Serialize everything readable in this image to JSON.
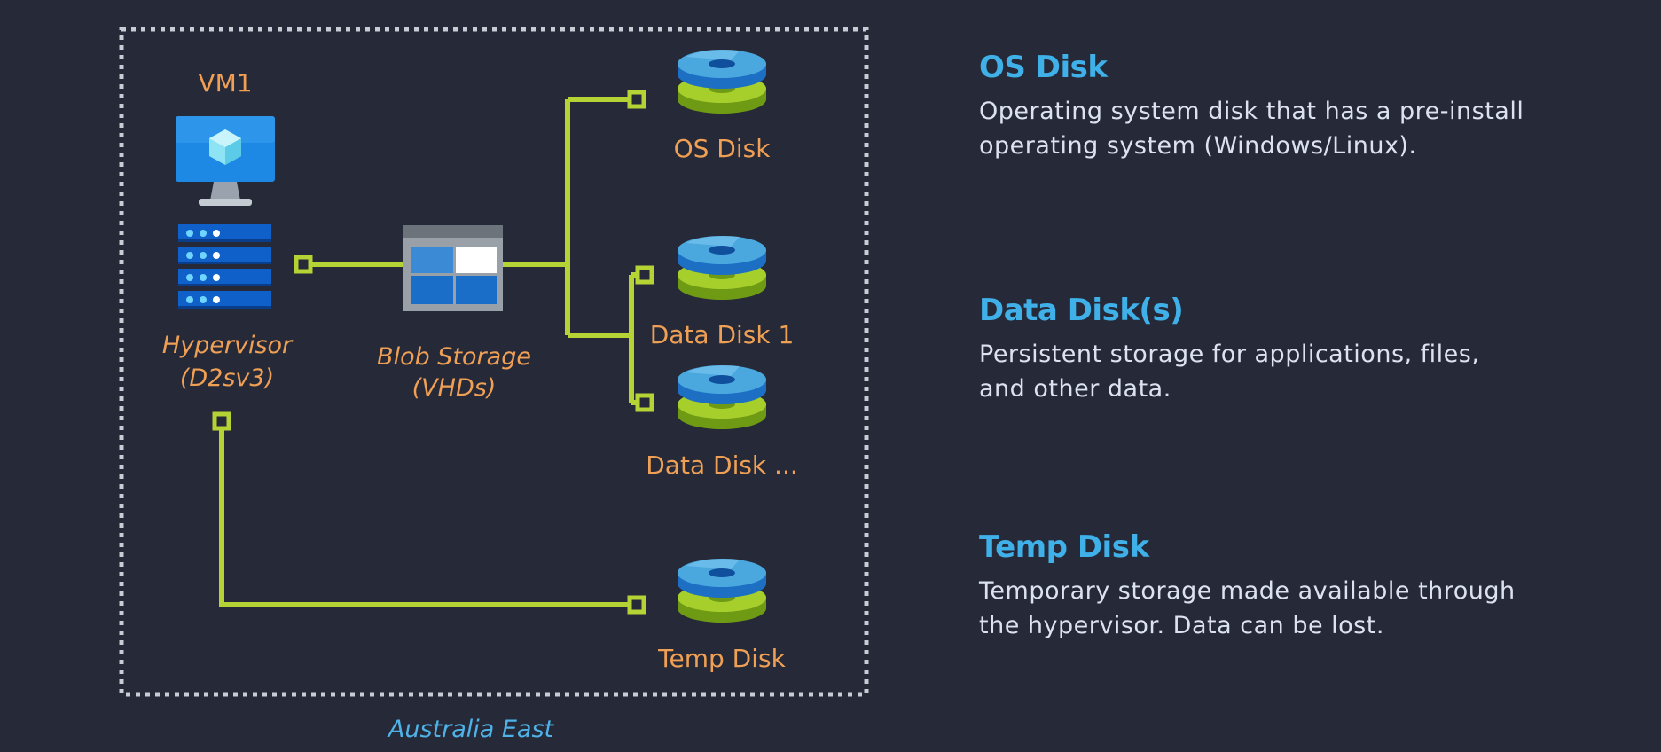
{
  "diagram": {
    "region": "Australia East",
    "vm_label": "VM1",
    "hypervisor_label": [
      "Hypervisor",
      "(D2sv3)"
    ],
    "blob_label": [
      "Blob Storage",
      "(VHDs)"
    ],
    "disks": {
      "os": "OS Disk",
      "data1": "Data Disk 1",
      "data_more": "Data Disk ...",
      "temp": "Temp Disk"
    },
    "icons": [
      "monitor-icon",
      "server-icon",
      "storage-icon",
      "disk-icon"
    ],
    "colors": {
      "background": "#252938",
      "connector": "#b5d334",
      "label": "#f0a054",
      "heading": "#3fb0e8",
      "text": "#dde3ee",
      "region_border": "#c8ccd4"
    }
  },
  "descriptions": [
    {
      "title": "OS Disk",
      "text": "Operating system disk that has a pre-install operating system (Windows/Linux)."
    },
    {
      "title": "Data Disk(s)",
      "text": "Persistent storage for applications, files, and other data."
    },
    {
      "title": "Temp Disk",
      "text": "Temporary storage made available through the hypervisor. Data can be lost."
    }
  ]
}
